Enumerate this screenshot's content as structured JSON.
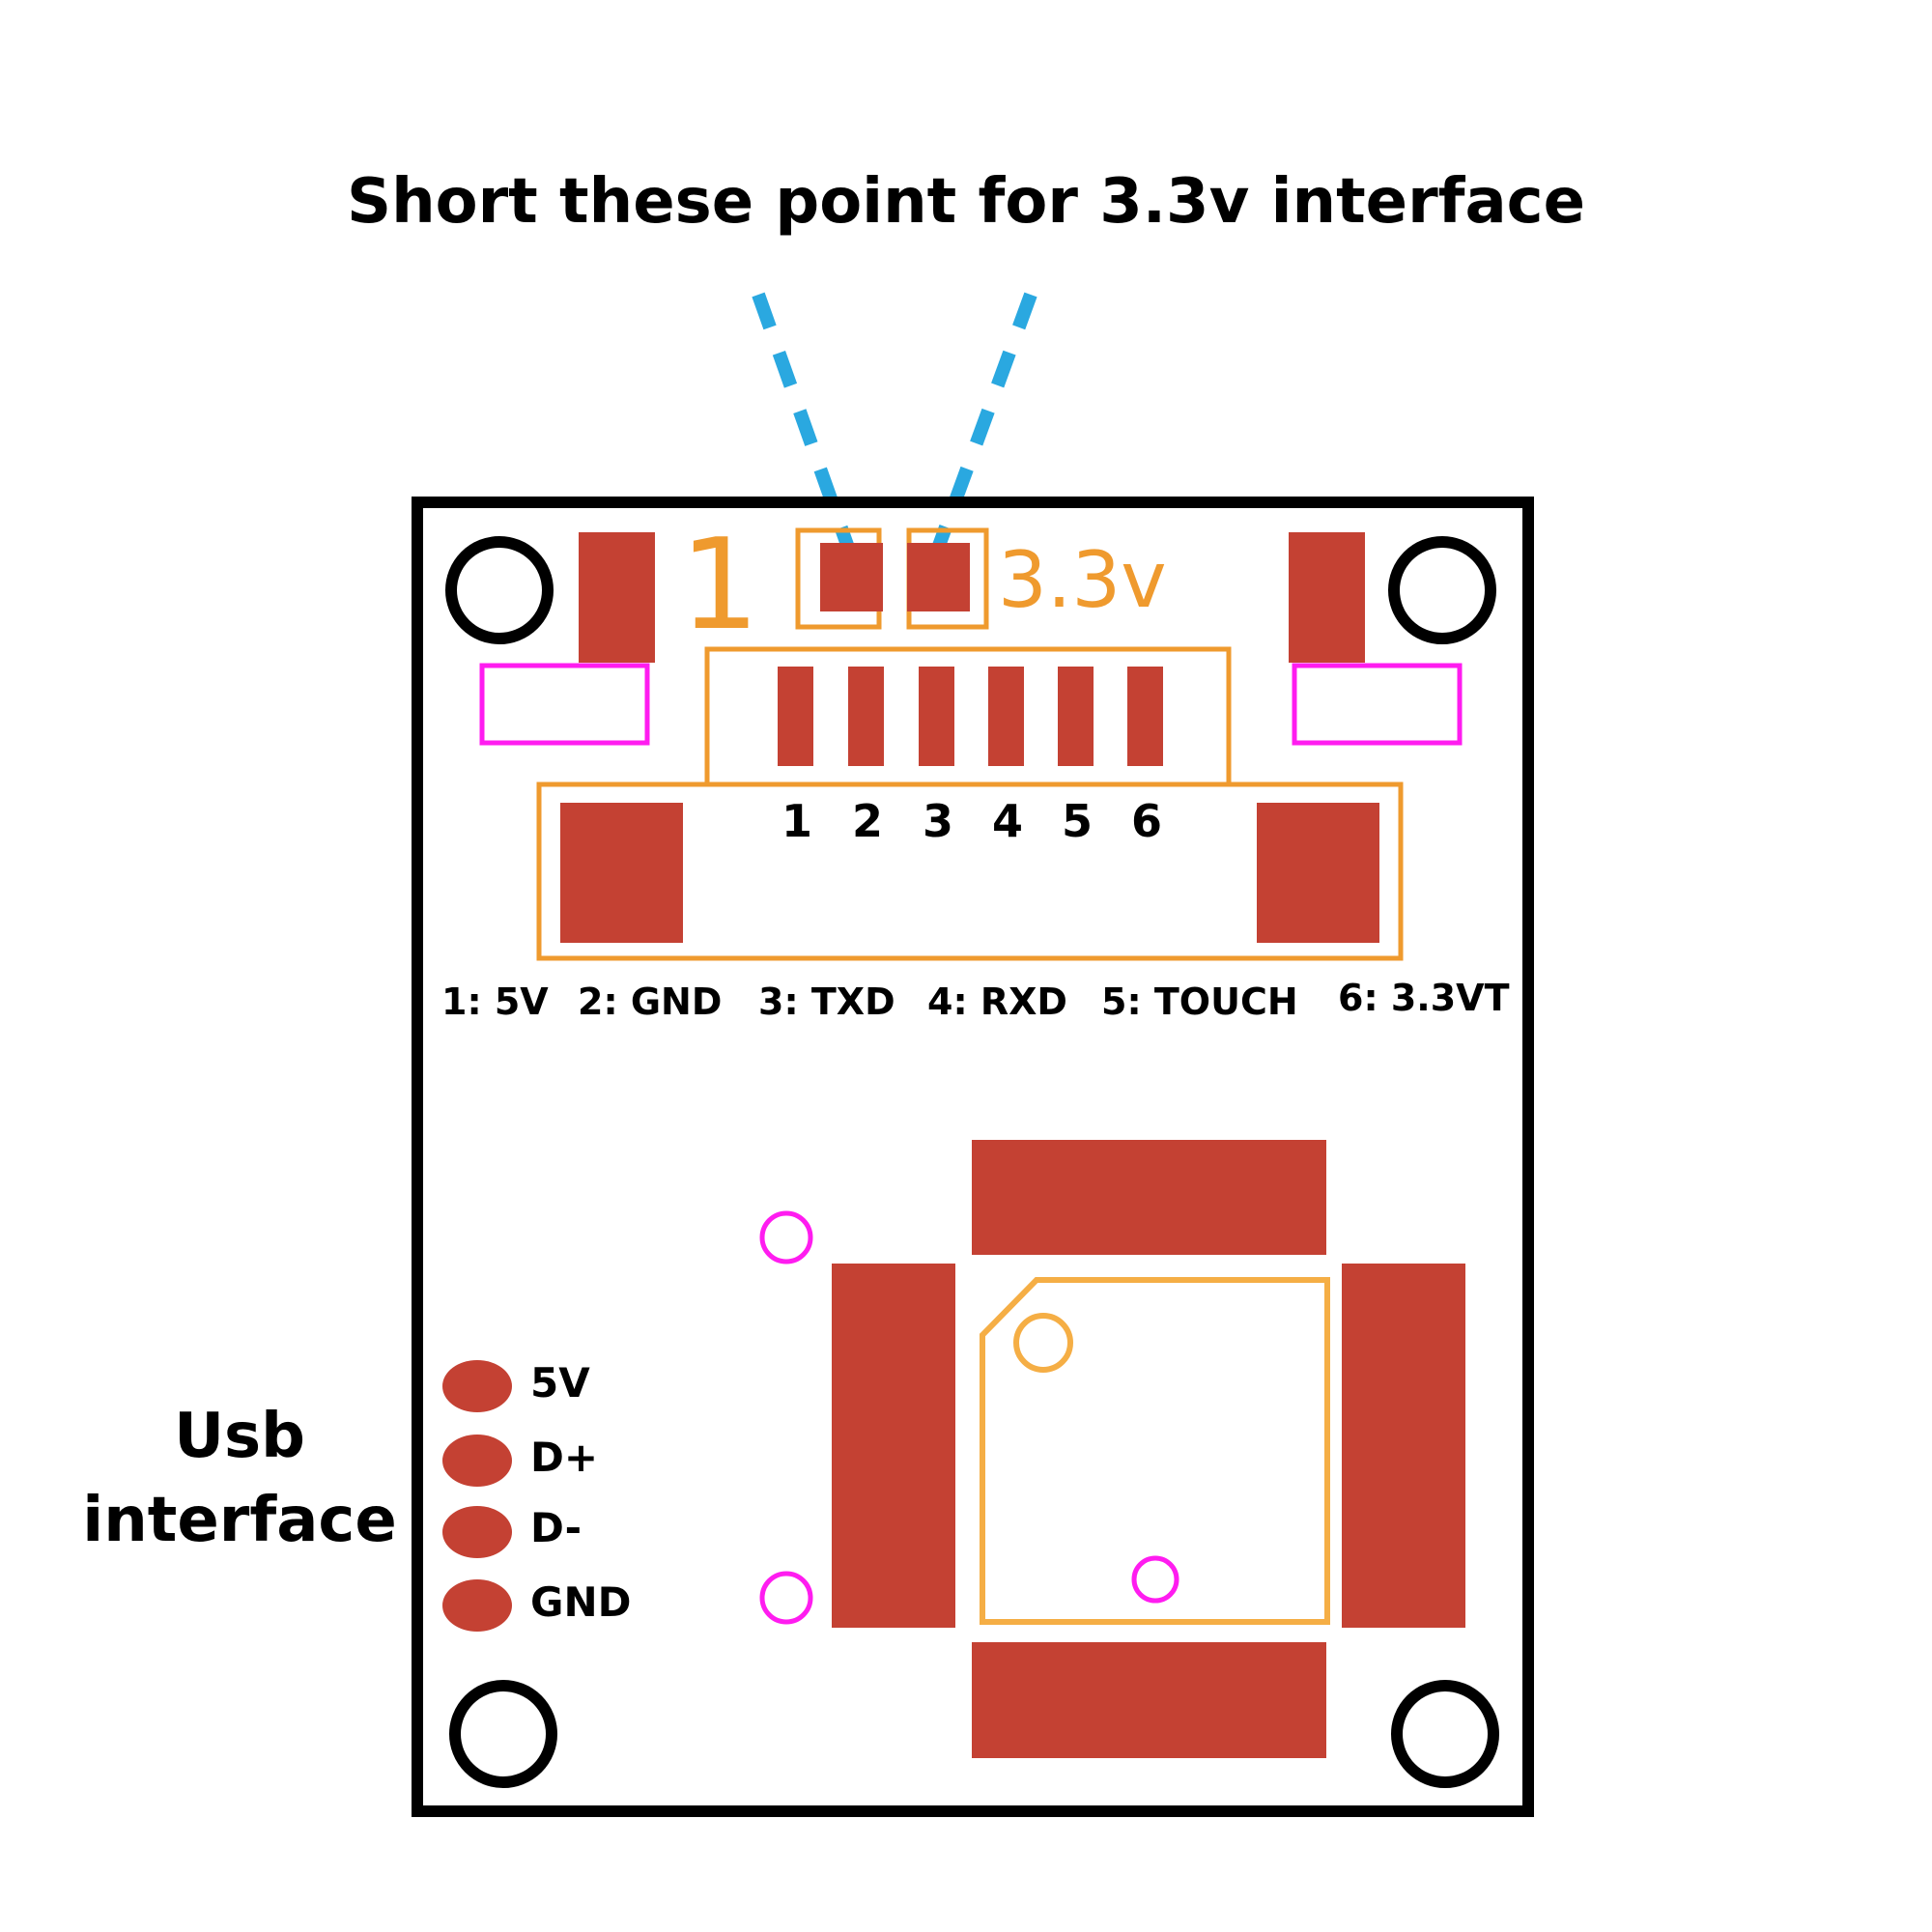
{
  "title": "Short these point for 3.3v interface",
  "jumper": {
    "pin_one_marker": "1",
    "voltage_label": "3.3v"
  },
  "connector": {
    "pin_numbers": [
      "1",
      "2",
      "3",
      "4",
      "5",
      "6"
    ],
    "pin_legend": [
      "1: 5V",
      "2: GND",
      "3: TXD",
      "4: RXD",
      "5: TOUCH",
      "6: 3.3VT"
    ]
  },
  "usb": {
    "title_line1": "Usb",
    "title_line2": "interface",
    "pads": [
      "5V",
      "D+",
      "D-",
      "GND"
    ]
  },
  "colors": {
    "board_outline": "#000000",
    "pad": "#c44133",
    "silkscreen_orange": "#ef9a2e",
    "package_orange": "#f5ae45",
    "keepout_magenta": "#ff1cf0",
    "callout_blue": "#2aa8e0"
  }
}
